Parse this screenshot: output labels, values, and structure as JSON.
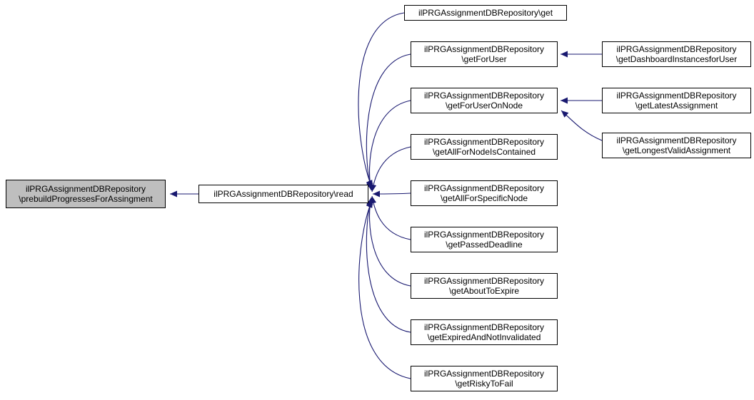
{
  "edge_color": "#191970",
  "nodes": {
    "prebuild": {
      "line1": "ilPRGAssignmentDBRepository",
      "line2": "\\prebuildProgressesForAssingment"
    },
    "read": {
      "label": "ilPRGAssignmentDBRepository\\read"
    },
    "get": {
      "label": "ilPRGAssignmentDBRepository\\get"
    },
    "getForUser": {
      "line1": "ilPRGAssignmentDBRepository",
      "line2": "\\getForUser"
    },
    "getForUserOnNode": {
      "line1": "ilPRGAssignmentDBRepository",
      "line2": "\\getForUserOnNode"
    },
    "getAllForNodeIsContained": {
      "line1": "ilPRGAssignmentDBRepository",
      "line2": "\\getAllForNodeIsContained"
    },
    "getAllForSpecificNode": {
      "line1": "ilPRGAssignmentDBRepository",
      "line2": "\\getAllForSpecificNode"
    },
    "getPassedDeadline": {
      "line1": "ilPRGAssignmentDBRepository",
      "line2": "\\getPassedDeadline"
    },
    "getAboutToExpire": {
      "line1": "ilPRGAssignmentDBRepository",
      "line2": "\\getAboutToExpire"
    },
    "getExpiredAndNotInvalidated": {
      "line1": "ilPRGAssignmentDBRepository",
      "line2": "\\getExpiredAndNotInvalidated"
    },
    "getRiskyToFail": {
      "line1": "ilPRGAssignmentDBRepository",
      "line2": "\\getRiskyToFail"
    },
    "getDashboardInstancesforUser": {
      "line1": "ilPRGAssignmentDBRepository",
      "line2": "\\getDashboardInstancesforUser"
    },
    "getLatestAssignment": {
      "line1": "ilPRGAssignmentDBRepository",
      "line2": "\\getLatestAssignment"
    },
    "getLongestValidAssignment": {
      "line1": "ilPRGAssignmentDBRepository",
      "line2": "\\getLongestValidAssignment"
    }
  },
  "edges": [
    {
      "from": "read",
      "to": "prebuild"
    },
    {
      "from": "get",
      "to": "read"
    },
    {
      "from": "getForUser",
      "to": "read"
    },
    {
      "from": "getForUserOnNode",
      "to": "read"
    },
    {
      "from": "getAllForNodeIsContained",
      "to": "read"
    },
    {
      "from": "getAllForSpecificNode",
      "to": "read"
    },
    {
      "from": "getPassedDeadline",
      "to": "read"
    },
    {
      "from": "getAboutToExpire",
      "to": "read"
    },
    {
      "from": "getExpiredAndNotInvalidated",
      "to": "read"
    },
    {
      "from": "getRiskyToFail",
      "to": "read"
    },
    {
      "from": "getDashboardInstancesforUser",
      "to": "getForUser"
    },
    {
      "from": "getLatestAssignment",
      "to": "getForUserOnNode"
    },
    {
      "from": "getLongestValidAssignment",
      "to": "getForUserOnNode"
    }
  ]
}
